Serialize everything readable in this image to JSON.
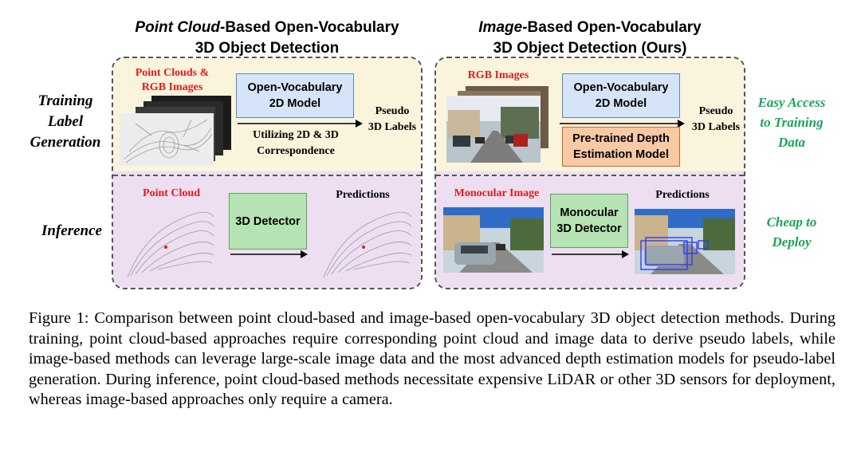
{
  "left_column": {
    "title_italic": "Point Cloud",
    "title_rest_line1": "-Based Open-Vocabulary",
    "title_line2": "3D Object Detection"
  },
  "right_column": {
    "title_italic": "Image",
    "title_rest_line1": "-Based Open-Vocabulary",
    "title_line2": "3D Object Detection (Ours)"
  },
  "row_labels": {
    "training": [
      "Training",
      "Label",
      "Generation"
    ],
    "inference": "Inference"
  },
  "left_training": {
    "input_label": [
      "Point Clouds &",
      "RGB Images"
    ],
    "model_box": [
      "Open-Vocabulary",
      "2D Model"
    ],
    "arrow_note": [
      "Utilizing 2D & 3D",
      "Correspondence"
    ],
    "output": [
      "Pseudo",
      "3D Labels"
    ]
  },
  "left_inference": {
    "input_label": "Point Cloud",
    "model_box": "3D Detector",
    "output": "Predictions"
  },
  "right_training": {
    "input_label": "RGB Images",
    "model_box": [
      "Open-Vocabulary",
      "2D Model"
    ],
    "depth_box": [
      "Pre-trained Depth",
      "Estimation Model"
    ],
    "output": [
      "Pseudo",
      "3D Labels"
    ]
  },
  "right_inference": {
    "input_label": "Monocular Image",
    "model_box": [
      "Monocular",
      "3D Detector"
    ],
    "output": "Predictions"
  },
  "benefits": {
    "training": [
      "Easy Access",
      "to Training",
      "Data"
    ],
    "inference": [
      "Cheap to",
      "Deploy"
    ]
  },
  "caption": "Figure 1: Comparison between point cloud-based and image-based open-vocabulary 3D object detection methods. During training, point cloud-based approaches require corresponding point cloud and image data to derive pseudo labels, while image-based methods can leverage large-scale image data and the most advanced depth estimation models for pseudo-label generation. During inference, point cloud-based methods necessitate expensive LiDAR or other 3D sensors for deployment, whereas image-based approaches only require a camera.",
  "colors": {
    "highlight_red": "#e31b1b",
    "benefit_green": "#1aa35a",
    "training_band": "#fbf4dd",
    "inference_band": "#eddff1",
    "box_blue": "#d5e4f6",
    "box_orange": "#f8c9a5",
    "box_green": "#b5e3b3"
  }
}
